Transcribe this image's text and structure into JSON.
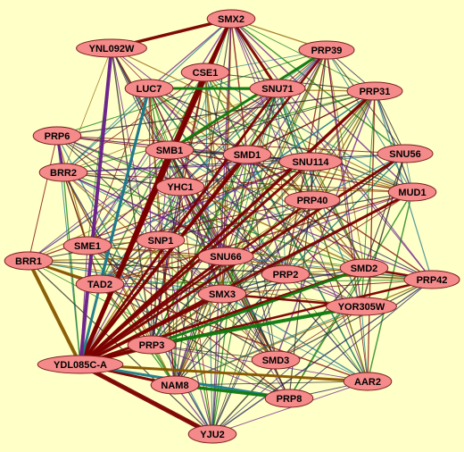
{
  "colors": {
    "background": "#ffffc8",
    "node_fill": "#f48a8a",
    "node_stroke": "#7a1f1f",
    "edge_palette": [
      "#7b0000",
      "#6a1f8a",
      "#1f7a8a",
      "#0f7a0f",
      "#1a1a5a",
      "#222222",
      "#8a5a00"
    ]
  },
  "nodes": [
    {
      "id": "SMX2"
    },
    {
      "id": "YNL092W"
    },
    {
      "id": "CSE1"
    },
    {
      "id": "PRP39"
    },
    {
      "id": "LUC7"
    },
    {
      "id": "SNU71"
    },
    {
      "id": "PRP31"
    },
    {
      "id": "PRP6"
    },
    {
      "id": "SMB1"
    },
    {
      "id": "SMD1"
    },
    {
      "id": "SNU114"
    },
    {
      "id": "SNU56"
    },
    {
      "id": "BRR2"
    },
    {
      "id": "YHC1"
    },
    {
      "id": "MUD1"
    },
    {
      "id": "PRP40"
    },
    {
      "id": "SME1"
    },
    {
      "id": "SNP1"
    },
    {
      "id": "BRR1"
    },
    {
      "id": "SNU66"
    },
    {
      "id": "SMD2"
    },
    {
      "id": "TAD2"
    },
    {
      "id": "PRP2"
    },
    {
      "id": "PRP42"
    },
    {
      "id": "SMX3"
    },
    {
      "id": "YOR305W"
    },
    {
      "id": "PRP3"
    },
    {
      "id": "SMD3"
    },
    {
      "id": "YDL085C-A"
    },
    {
      "id": "NAM8"
    },
    {
      "id": "AAR2"
    },
    {
      "id": "PRP8"
    },
    {
      "id": "YJU2"
    }
  ]
}
